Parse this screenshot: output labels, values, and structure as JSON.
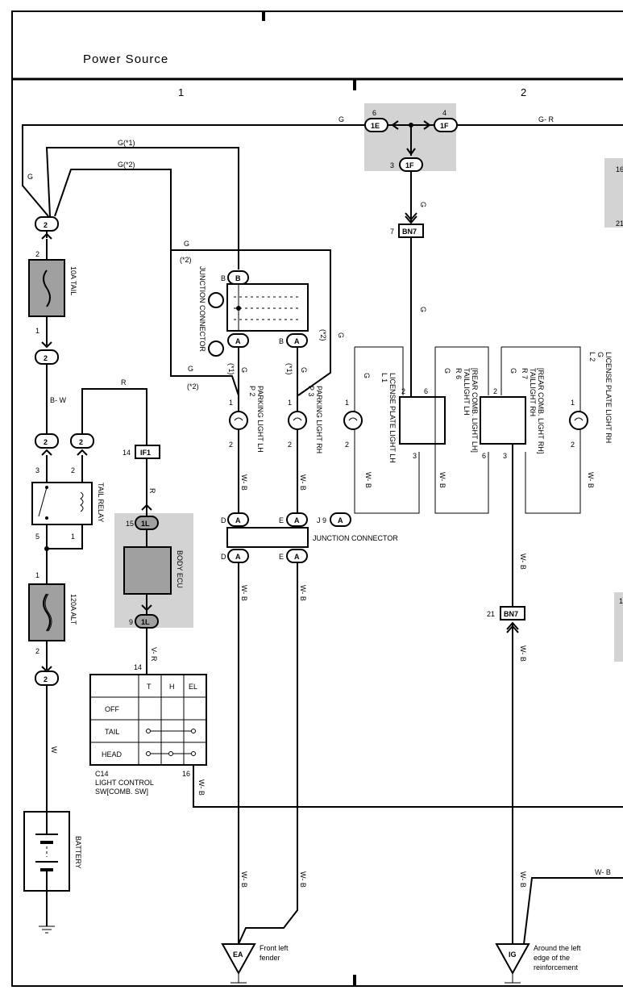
{
  "header": {
    "title": "Power Source",
    "col1": "1",
    "col2": "2"
  },
  "colors": {
    "shade": "#d3d3d3",
    "component_fill": "#a0a0a0",
    "line": "#000000"
  },
  "wires": {
    "G": "G",
    "GR": "G- R",
    "G1": "G(*1)",
    "G2": "G(*2)",
    "BW": "B- W",
    "R": "R",
    "W": "W",
    "WB": "W- B",
    "WB2": "W- B",
    "VR": "V- R",
    "star1": "(*1)",
    "star2": "(*2)"
  },
  "connectors": {
    "c1E": "1E",
    "c1F": "1F",
    "cIF1": "IF1",
    "cBN7": "BN7",
    "c1L": "1L",
    "c2": "2",
    "cB": "B",
    "cA": "A",
    "cEA": "EA",
    "cIG": "IG",
    "cJ": "J",
    "cJ1": "J",
    "cJ9": "J 9",
    "pinD": "D",
    "pinE": "E"
  },
  "components": {
    "fuse_tail": "10A TAIL",
    "fuse_alt": "120A ALT",
    "relay": "TAIL RELAY",
    "battery": "BATTERY",
    "body_ecu": "BODY ECU",
    "junction_connector": "JUNCTION CONNECTOR",
    "junction_connector_vert": "JUNCTION CONNECTOR",
    "p2_id": "P 2",
    "p2_name": "PARKING LIGHT LH",
    "p3_id": "P 3",
    "p3_name": "PARKING LIGHT RH",
    "l1_id": "L 1",
    "l1_name": "LICENSE PLATE LIGHT LH",
    "r6_id": "R 6",
    "r6_name": "TAILLIGHT LH",
    "r6_sub": "[REAR COMB. LIGHT LH]",
    "r7_id": "R 7",
    "r7_name": "TAILLIGHT RH",
    "r7_sub": "[REAR COMB. LIGHT RH]",
    "l2_id": "L 2",
    "l2_name": "LICENSE PLATE LIGHT RH",
    "c14_id": "C14",
    "c14_name": "LIGHT CONTROL",
    "c14_sub": "SW[COMB. SW]"
  },
  "switch_table": {
    "headers": [
      "T",
      "H",
      "EL"
    ],
    "rows": [
      "OFF",
      "TAIL",
      "HEAD"
    ]
  },
  "grounds": {
    "ea_loc1": "Front left",
    "ea_loc2": "fender",
    "ig_loc1": "Around the left",
    "ig_loc2": "edge of the",
    "ig_loc3": "reinforcement"
  },
  "pins": {
    "p1": "1",
    "p2": "2",
    "p3": "3",
    "p4": "4",
    "p5": "5",
    "p6": "6",
    "p7": "7",
    "p9": "9",
    "p14": "14",
    "p15": "15",
    "p16": "16",
    "p21": "21",
    "p1_6": "16",
    "p2_1": "21",
    "p_1r": "1"
  }
}
